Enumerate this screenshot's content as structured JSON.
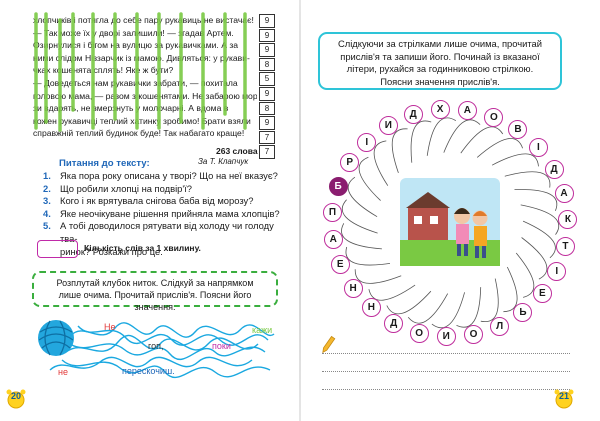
{
  "left_page": {
    "story_lines": [
      "хлопчиків і потягла до себе пару рукавиць не вистачає!",
      "— Так може їх у дворі залишили! — згадав Артем.",
      "Озирнулися і бігом на вулицю за рукавичками. А за",
      "ними слідом Ніззарчик із мамою. Дивляться: у рукави-",
      "чках кошенята сплять! Яке ж бути?",
      "— Доведеться нам рукавички забрати, — похитала",
      "головою мама, — разом з кошенятами. Не забарою моро-",
      "зи вдарять, не змерзнуть у молочарні. А вдома в",
      "кожен рукавичці теплий хатинку зробимо! Брати взяли",
      "справжній теплий будинок буде! Так набагато краще!"
    ],
    "line_counts": [
      "9",
      "9",
      "9",
      "8",
      "5",
      "9",
      "8",
      "9",
      "7",
      "7"
    ],
    "word_total": "263 слова",
    "author": "За Т. Клапчук",
    "questions_title": "Питання до тексту:",
    "questions": [
      {
        "num": "1.",
        "text": "Яка пора року описана у творі? Що на неї вказує?"
      },
      {
        "num": "2.",
        "text": "Що робили хлопці на подвір'ї?"
      },
      {
        "num": "3.",
        "text": "Кого і як врятувала снігова баба від морозу?"
      },
      {
        "num": "4.",
        "text": "Яке неочікуване рішення прийняла мама хлопців?"
      },
      {
        "num": "5.",
        "text": "А тобі доводилося рятувати від холоду чи голоду тва-"
      }
    ],
    "question_5_cont": "ринок? Розкажи про це.",
    "count_label": "Кількість слів за 1 хвилину.",
    "task_text": "Розплутай клубок ниток. Слідкуй за напрямком лише очима. Прочитай прислів'я. Поясни його значення.",
    "tangle_words": [
      "Не",
      "гоп,",
      "поки",
      "кажи",
      "не",
      "перескочиш."
    ],
    "page_number": "20"
  },
  "right_page": {
    "instruction": "Слідкуючи за стрілками лише очима, прочитай прислів'я та запиши його. Починай із вказаної літери, рухайся за годинниковою стрілкою. Поясни значення прислів'я.",
    "wheel_letters": [
      "И",
      "Д",
      "Х",
      "А",
      "О",
      "В",
      "І",
      "Д",
      "А",
      "К",
      "Т",
      "І",
      "Е",
      "Ь",
      "Л",
      "О",
      "И",
      "О",
      "Д",
      "Н",
      "Н",
      "Е",
      "А",
      "П",
      "Б",
      "Р",
      "І"
    ],
    "start_letter_index": 24,
    "page_number": "21"
  },
  "colors": {
    "accent_blue": "#1f67b8",
    "magenta": "#bf2e9c",
    "green_dash": "#3aae3e",
    "cyan_border": "#2ec4d8",
    "tangle_blue": "#1aa8e0",
    "highlight_green": "#7ac943"
  },
  "icons": [
    "yarn-ball-icon",
    "alarm-clock-icon",
    "pencil-icon"
  ]
}
